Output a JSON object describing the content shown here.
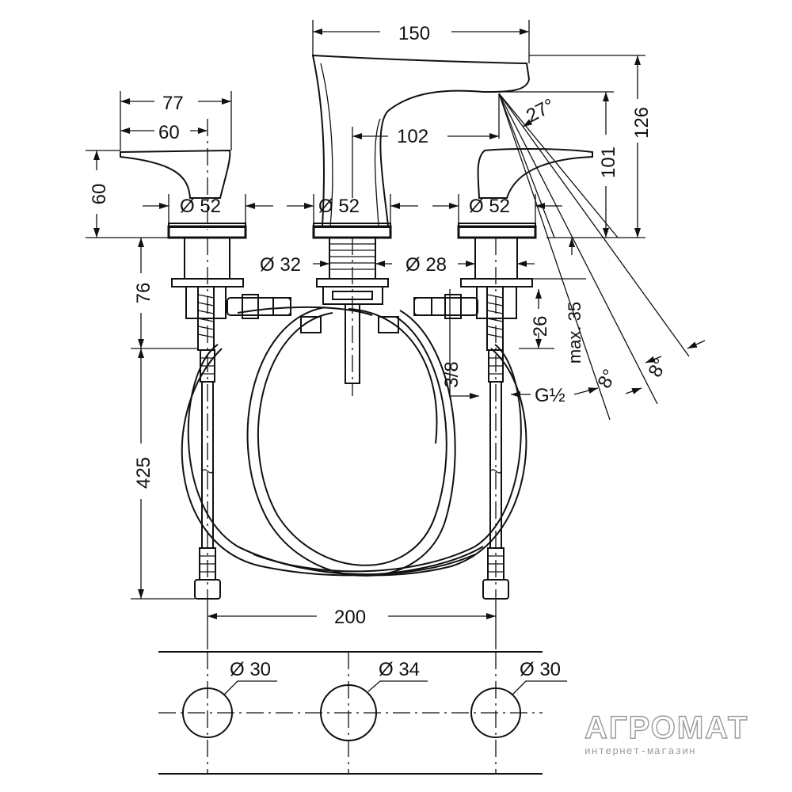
{
  "dimensions": {
    "spout_width": "150",
    "spout_height": "126",
    "spout_reach": "102",
    "outlet_height": "101",
    "spray_angle": "27°",
    "handle_width": "77",
    "handle_reach": "60",
    "handle_height": "60",
    "base_diameter_left": "Ø 52",
    "base_diameter_center": "Ø 52",
    "base_diameter_right": "Ø 52",
    "shank_diameter_center": "Ø 32",
    "shank_diameter_valve": "Ø 28",
    "shank_length": "76",
    "hose_length": "425",
    "max_thickness": "max. 35",
    "nut_height": "26",
    "connection_size": "3/8",
    "thread_size": "G½",
    "tilt_angle_1": "8°",
    "tilt_angle_2": "8°",
    "hole_spacing": "200",
    "hole_left": "Ø 30",
    "hole_center": "Ø 34",
    "hole_right": "Ø 30"
  },
  "watermark": {
    "brand": "АГРОМАТ",
    "tagline": "интернет-магазин"
  }
}
